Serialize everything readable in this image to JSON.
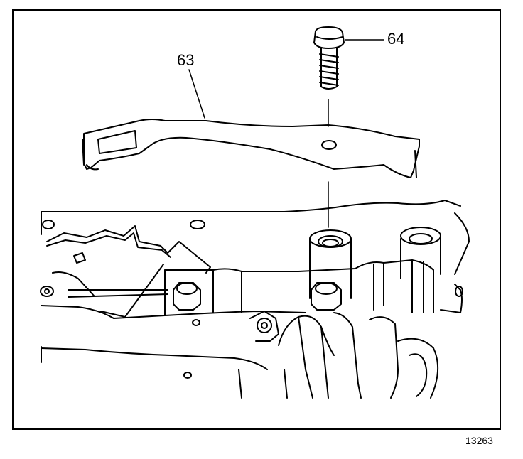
{
  "diagram": {
    "callouts": [
      {
        "id": "callout-63",
        "text": "63"
      },
      {
        "id": "callout-64",
        "text": "64"
      }
    ],
    "figure_number": "13263",
    "colors": {
      "ink": "#000000",
      "paper": "#ffffff"
    }
  }
}
